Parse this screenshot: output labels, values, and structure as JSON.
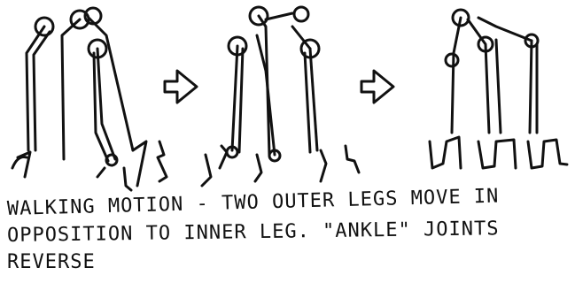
{
  "figure": {
    "frames": [
      "frame-1",
      "frame-2",
      "frame-3"
    ],
    "arrows": [
      "arrow-1",
      "arrow-2"
    ],
    "ink_color": "#111111"
  },
  "caption": {
    "line1": "WALKING MOTION - TWO OUTER LEGS MOVE IN",
    "line2": "OPPOSITION TO INNER LEG. \"ANKLE\" JOINTS",
    "line3": "REVERSE"
  }
}
